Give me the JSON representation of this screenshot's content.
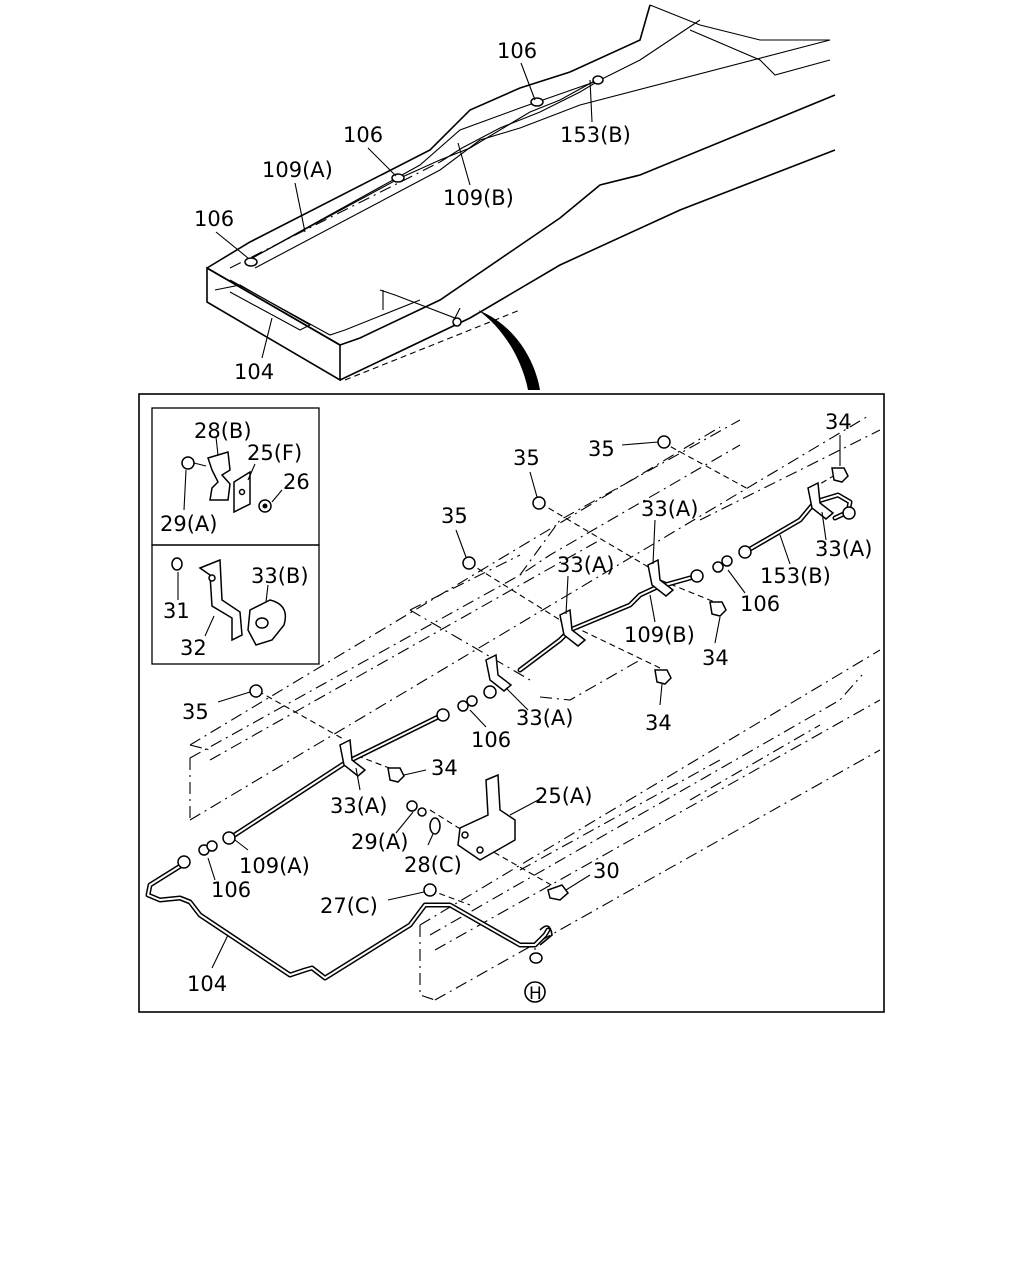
{
  "labels": {
    "t106a": "106",
    "t106b": "106",
    "t106c": "106",
    "t153b_top": "153(B)",
    "t109a_top": "109(A)",
    "t109b_top": "109(B)",
    "t104_top": "104",
    "i28b": "28(B)",
    "i25f": "25(F)",
    "i26": "26",
    "i29a": "29(A)",
    "i31": "31",
    "i33b": "33(B)",
    "i32": "32",
    "m35a": "35",
    "m35b": "35",
    "m35c": "35",
    "m35d": "35",
    "m34a": "34",
    "m34b": "34",
    "m34c": "34",
    "m34d": "34",
    "m33a1": "33(A)",
    "m33a2": "33(A)",
    "m33a3": "33(A)",
    "m33a4": "33(A)",
    "m33a5": "33(A)",
    "m153b": "153(B)",
    "m106a": "106",
    "m106b": "106",
    "m106c": "106",
    "m109b": "109(B)",
    "m109a": "109(A)",
    "m25a": "25(A)",
    "m29a": "29(A)",
    "m28c": "28(C)",
    "m27c": "27(C)",
    "m30": "30",
    "m104": "104",
    "mH": "H"
  }
}
